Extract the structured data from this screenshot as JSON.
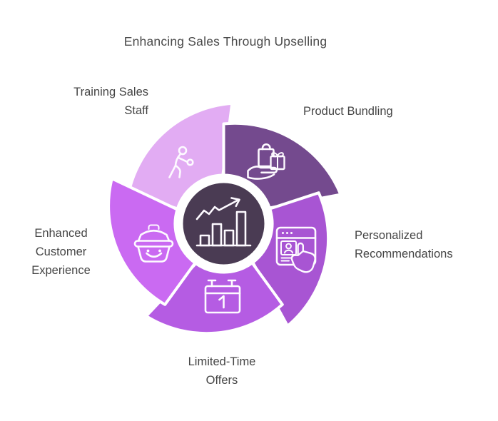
{
  "title": "Enhancing Sales Through Upselling",
  "wheel": {
    "center": {
      "icon": "growth-chart-icon",
      "color": "#4a3b53"
    },
    "segments": [
      {
        "id": "training-sales-staff",
        "label": "Training Sales\nStaff",
        "icon": "boxer-training-icon",
        "color": "#e2acf3"
      },
      {
        "id": "product-bundling",
        "label": "Product Bundling",
        "icon": "hand-gift-bag-icon",
        "color": "#744a8e"
      },
      {
        "id": "personalized-recommendations",
        "label": "Personalized\nRecommendations",
        "icon": "browser-profile-tap-icon",
        "color": "#a855d3"
      },
      {
        "id": "limited-time-offers",
        "label": "Limited-Time\nOffers",
        "icon": "calendar-day1-icon",
        "color": "#b55ce3"
      },
      {
        "id": "enhanced-customer-experience",
        "label": "Enhanced\nCustomer\nExperience",
        "icon": "smiley-basket-icon",
        "color": "#ca6af2"
      }
    ]
  },
  "colors": {
    "title_text": "#4a4a4a",
    "label_text": "#454545",
    "icon_stroke": "#fdfaff",
    "background": "#ffffff"
  }
}
